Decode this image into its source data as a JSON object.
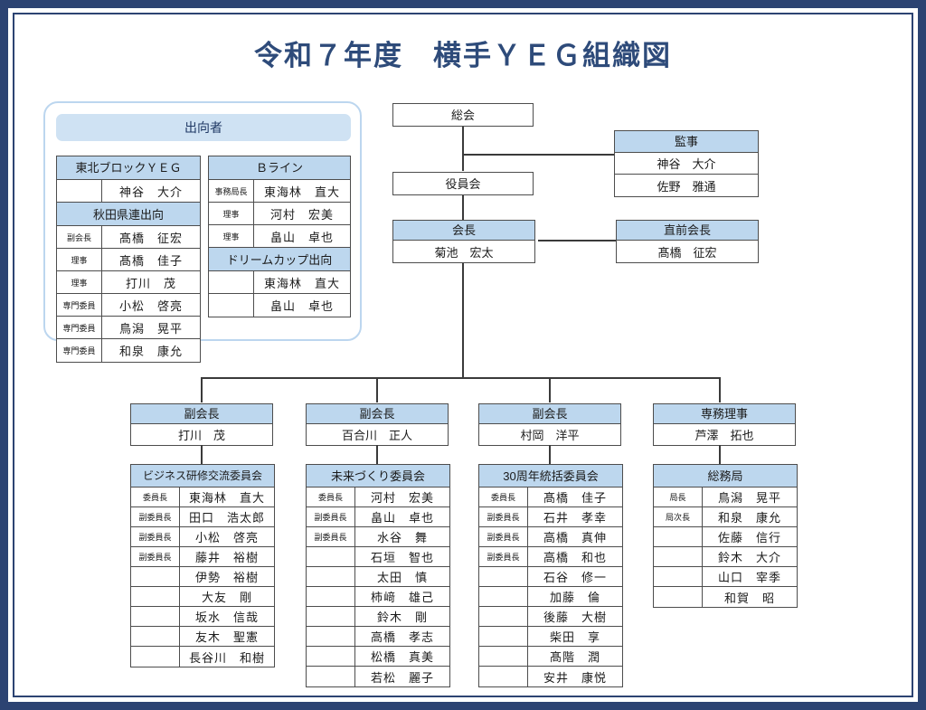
{
  "page": {
    "title": "令和７年度　横手ＹＥＧ組織図",
    "frame_color": "#2c4372",
    "header_fill": "#bdd7ee",
    "panel_border": "#bcd6ef",
    "panel_header_fill": "#cfe2f3",
    "title_color": "#2e4b7a"
  },
  "dispatch_panel": {
    "title": "出向者",
    "tables": [
      {
        "name": "tohoku-block-yeg",
        "header": "東北ブロックＹＥＧ",
        "rows": [
          {
            "label": "",
            "name": "神谷　大介"
          }
        ],
        "subheader": "秋田県連出向",
        "sub_rows": [
          {
            "label": "副会長",
            "name": "髙橋　征宏"
          },
          {
            "label": "理事",
            "name": "髙橋　佳子"
          },
          {
            "label": "理事",
            "name": "打川　茂"
          },
          {
            "label": "専門委員",
            "name": "小松　啓亮"
          },
          {
            "label": "専門委員",
            "name": "鳥潟　晃平"
          },
          {
            "label": "専門委員",
            "name": "和泉　康允"
          }
        ]
      },
      {
        "name": "b-line",
        "header": "Ｂライン",
        "rows": [
          {
            "label": "事務局長",
            "name": "東海林　直大"
          },
          {
            "label": "理事",
            "name": "河村　宏美"
          },
          {
            "label": "理事",
            "name": "畠山　卓也"
          }
        ],
        "subheader": "ドリームカップ出向",
        "sub_rows": [
          {
            "label": "",
            "name": "東海林　直大"
          },
          {
            "label": "",
            "name": "畠山　卓也"
          }
        ]
      }
    ]
  },
  "top_nodes": {
    "general_meeting": {
      "header": "総会",
      "style": "plain"
    },
    "board": {
      "header": "役員会",
      "style": "plain"
    },
    "auditor": {
      "header": "監事",
      "members": [
        "神谷　大介",
        "佐野　雅通"
      ]
    },
    "president": {
      "header": "会長",
      "members": [
        "菊池　宏太"
      ]
    },
    "immediate_past_president": {
      "header": "直前会長",
      "members": [
        "髙橋　征宏"
      ]
    }
  },
  "columns": [
    {
      "officer": {
        "header": "副会長",
        "name": "打川　茂"
      },
      "unit": {
        "header": "ビジネス研修交流委員会",
        "rows": [
          {
            "label": "委員長",
            "name": "東海林　直大"
          },
          {
            "label": "副委員長",
            "name": "田口　浩太郎"
          },
          {
            "label": "副委員長",
            "name": "小松　啓亮"
          },
          {
            "label": "副委員長",
            "name": "藤井　裕樹"
          },
          {
            "label": "",
            "name": "伊勢　裕樹"
          },
          {
            "label": "",
            "name": "大友　剛"
          },
          {
            "label": "",
            "name": "坂水　信哉"
          },
          {
            "label": "",
            "name": "友木　聖憲"
          },
          {
            "label": "",
            "name": "長谷川　和樹"
          }
        ]
      }
    },
    {
      "officer": {
        "header": "副会長",
        "name": "百合川　正人"
      },
      "unit": {
        "header": "未来づくり委員会",
        "rows": [
          {
            "label": "委員長",
            "name": "河村　宏美"
          },
          {
            "label": "副委員長",
            "name": "畠山　卓也"
          },
          {
            "label": "副委員長",
            "name": "水谷　舞"
          },
          {
            "label": "",
            "name": "石垣　智也"
          },
          {
            "label": "",
            "name": "太田　慎"
          },
          {
            "label": "",
            "name": "柿﨑　雄己"
          },
          {
            "label": "",
            "name": "鈴木　剛"
          },
          {
            "label": "",
            "name": "高橋　孝志"
          },
          {
            "label": "",
            "name": "松橋　真美"
          },
          {
            "label": "",
            "name": "若松　麗子"
          }
        ]
      }
    },
    {
      "officer": {
        "header": "副会長",
        "name": "村岡　洋平"
      },
      "unit": {
        "header": "30周年統括委員会",
        "rows": [
          {
            "label": "委員長",
            "name": "髙橋　佳子"
          },
          {
            "label": "副委員長",
            "name": "石井　孝幸"
          },
          {
            "label": "副委員長",
            "name": "高橋　真伸"
          },
          {
            "label": "副委員長",
            "name": "高橋　和也"
          },
          {
            "label": "",
            "name": "石谷　修一"
          },
          {
            "label": "",
            "name": "加藤　倫"
          },
          {
            "label": "",
            "name": "後藤　大樹"
          },
          {
            "label": "",
            "name": "柴田　享"
          },
          {
            "label": "",
            "name": "髙階　潤"
          },
          {
            "label": "",
            "name": "安井　康悦"
          }
        ]
      }
    },
    {
      "officer": {
        "header": "専務理事",
        "name": "芦澤　拓也"
      },
      "unit": {
        "header": "総務局",
        "rows": [
          {
            "label": "局長",
            "name": "鳥潟　晃平"
          },
          {
            "label": "局次長",
            "name": "和泉　康允"
          },
          {
            "label": "",
            "name": "佐藤　信行"
          },
          {
            "label": "",
            "name": "鈴木　大介"
          },
          {
            "label": "",
            "name": "山口　宰季"
          },
          {
            "label": "",
            "name": "和賀　昭"
          }
        ]
      }
    }
  ]
}
